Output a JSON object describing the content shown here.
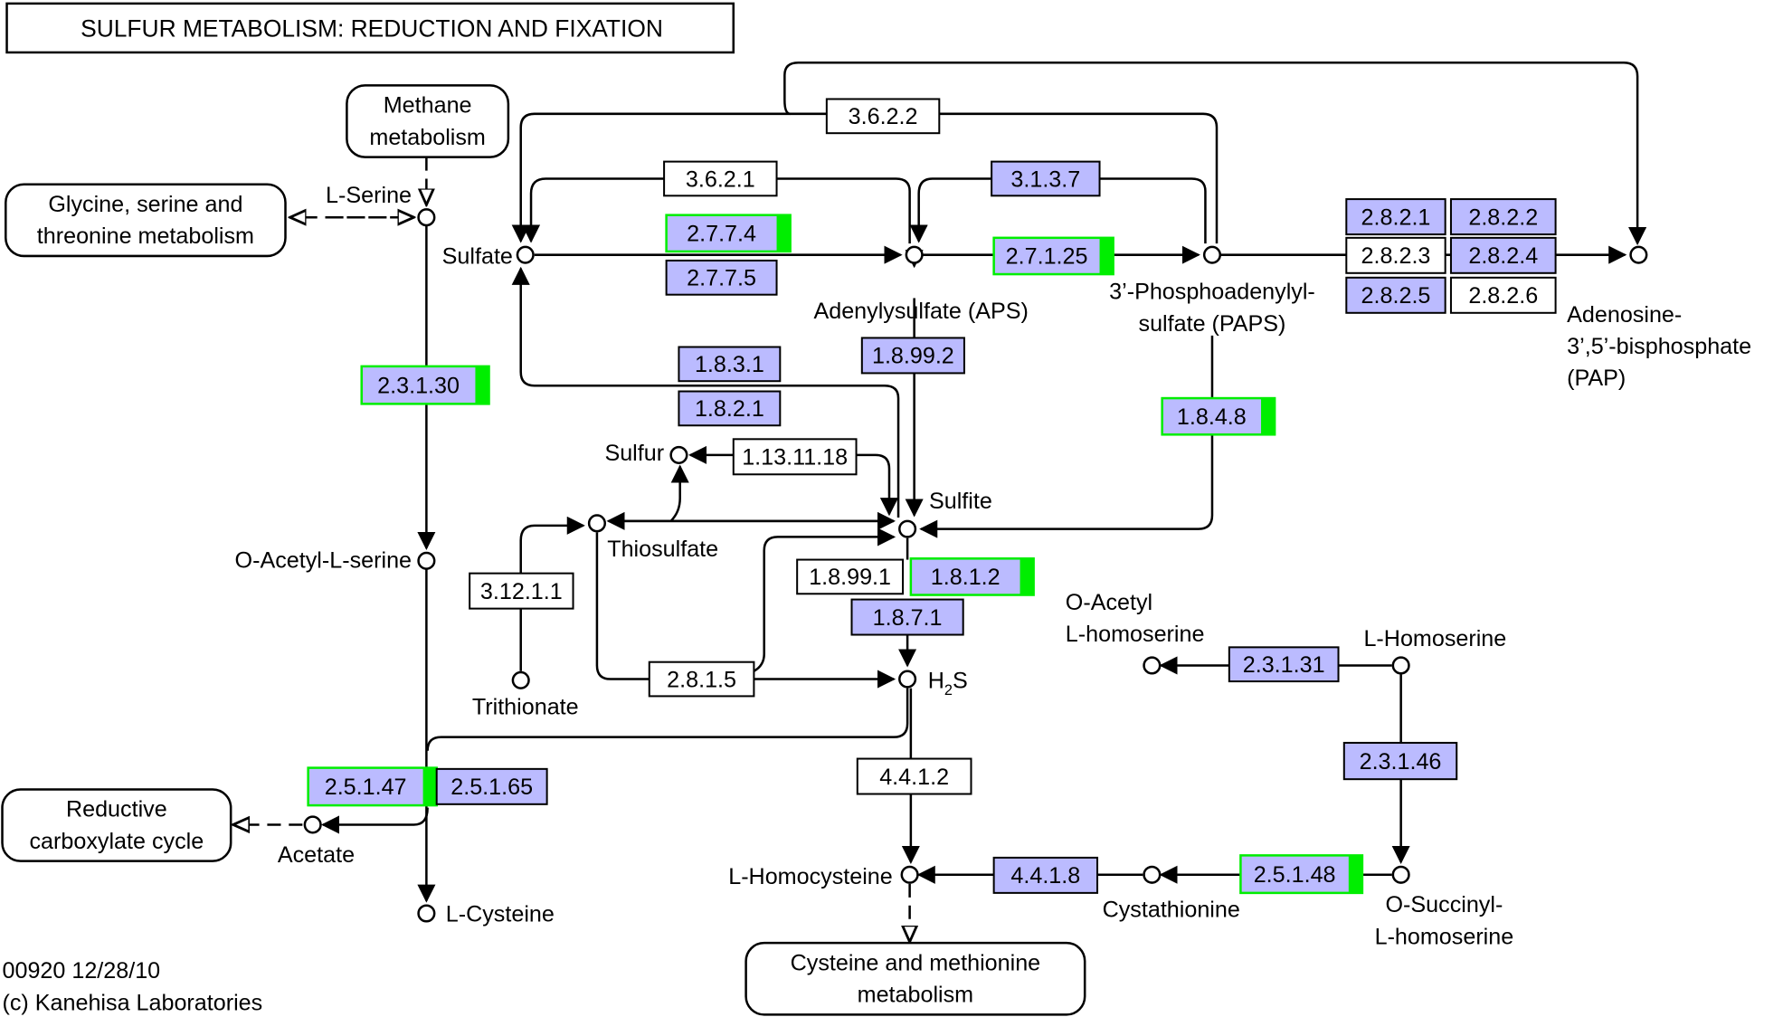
{
  "title": "SULFUR METABOLISM: REDUCTION AND FIXATION",
  "footer": {
    "map_id_date": "00920 12/28/10",
    "copyright": "(c) Kanehisa Laboratories"
  },
  "colors": {
    "enzyme_found": "#bbbbff",
    "enzyme_absent": "#ffffff",
    "highlight": "#00ee00",
    "line": "#000000"
  },
  "maps": [
    {
      "id": "methane",
      "lines": [
        "Methane",
        "metabolism"
      ]
    },
    {
      "id": "glycine",
      "lines": [
        "Glycine, serine and",
        "threonine metabolism"
      ]
    },
    {
      "id": "reductive",
      "lines": [
        "Reductive",
        "carboxylate cycle"
      ]
    },
    {
      "id": "cysmet",
      "lines": [
        "Cysteine and methionine",
        "metabolism"
      ]
    }
  ],
  "compounds": [
    {
      "id": "l-serine",
      "lines": [
        "L-Serine"
      ]
    },
    {
      "id": "sulfate",
      "lines": [
        "Sulfate"
      ]
    },
    {
      "id": "aps",
      "lines": [
        "Adenylysulfate (APS)"
      ]
    },
    {
      "id": "paps",
      "lines": [
        "3’-Phosphoadenylyl-",
        "sulfate (PAPS)"
      ]
    },
    {
      "id": "pap",
      "lines": [
        "Adenosine-",
        "3’,5’-bisphosphate",
        "(PAP)"
      ]
    },
    {
      "id": "sulfur",
      "lines": [
        "Sulfur"
      ]
    },
    {
      "id": "sulfite",
      "lines": [
        "Sulfite"
      ]
    },
    {
      "id": "thiosulfate",
      "lines": [
        "Thiosulfate"
      ]
    },
    {
      "id": "o-acetyl-l-serine",
      "lines": [
        "O-Acetyl-L-serine"
      ]
    },
    {
      "id": "trithionate",
      "lines": [
        "Trithionate"
      ]
    },
    {
      "id": "h2s",
      "lines": [
        "H",
        "2",
        "S"
      ]
    },
    {
      "id": "o-acetyl-l-homoserine",
      "lines": [
        "O-Acetyl",
        "L-homoserine"
      ]
    },
    {
      "id": "l-homoserine",
      "lines": [
        "L-Homoserine"
      ]
    },
    {
      "id": "acetate",
      "lines": [
        "Acetate"
      ]
    },
    {
      "id": "l-cysteine",
      "lines": [
        "L-Cysteine"
      ]
    },
    {
      "id": "l-homocysteine",
      "lines": [
        "L-Homocysteine"
      ]
    },
    {
      "id": "cystathionine",
      "lines": [
        "Cystathionine"
      ]
    },
    {
      "id": "o-succinyl-l-homoserine",
      "lines": [
        "O-Succinyl-",
        "L-homoserine"
      ]
    }
  ],
  "enzymes": [
    {
      "ec": "3.6.2.2",
      "found": false,
      "highlighted": false
    },
    {
      "ec": "3.6.2.1",
      "found": false,
      "highlighted": false
    },
    {
      "ec": "3.1.3.7",
      "found": true,
      "highlighted": false
    },
    {
      "ec": "2.7.7.4",
      "found": true,
      "highlighted": true
    },
    {
      "ec": "2.7.7.5",
      "found": true,
      "highlighted": false
    },
    {
      "ec": "2.7.1.25",
      "found": true,
      "highlighted": true
    },
    {
      "ec": "2.8.2.1",
      "found": true,
      "highlighted": false
    },
    {
      "ec": "2.8.2.2",
      "found": true,
      "highlighted": false
    },
    {
      "ec": "2.8.2.3",
      "found": false,
      "highlighted": false
    },
    {
      "ec": "2.8.2.4",
      "found": true,
      "highlighted": false
    },
    {
      "ec": "2.8.2.5",
      "found": true,
      "highlighted": false
    },
    {
      "ec": "2.8.2.6",
      "found": false,
      "highlighted": false
    },
    {
      "ec": "2.3.1.30",
      "found": true,
      "highlighted": true
    },
    {
      "ec": "1.8.3.1",
      "found": true,
      "highlighted": false
    },
    {
      "ec": "1.8.2.1",
      "found": true,
      "highlighted": false
    },
    {
      "ec": "1.8.99.2",
      "found": true,
      "highlighted": false
    },
    {
      "ec": "1.8.4.8",
      "found": true,
      "highlighted": true
    },
    {
      "ec": "1.13.11.18",
      "found": false,
      "highlighted": false
    },
    {
      "ec": "3.12.1.1",
      "found": false,
      "highlighted": false
    },
    {
      "ec": "1.8.99.1",
      "found": false,
      "highlighted": false
    },
    {
      "ec": "1.8.1.2",
      "found": true,
      "highlighted": true
    },
    {
      "ec": "1.8.7.1",
      "found": true,
      "highlighted": false
    },
    {
      "ec": "2.8.1.5",
      "found": false,
      "highlighted": false
    },
    {
      "ec": "2.3.1.31",
      "found": true,
      "highlighted": false
    },
    {
      "ec": "2.3.1.46",
      "found": true,
      "highlighted": false
    },
    {
      "ec": "2.5.1.47",
      "found": true,
      "highlighted": true
    },
    {
      "ec": "2.5.1.65",
      "found": true,
      "highlighted": false
    },
    {
      "ec": "4.4.1.2",
      "found": false,
      "highlighted": false
    },
    {
      "ec": "4.4.1.8",
      "found": true,
      "highlighted": false
    },
    {
      "ec": "2.5.1.48",
      "found": true,
      "highlighted": true
    }
  ]
}
